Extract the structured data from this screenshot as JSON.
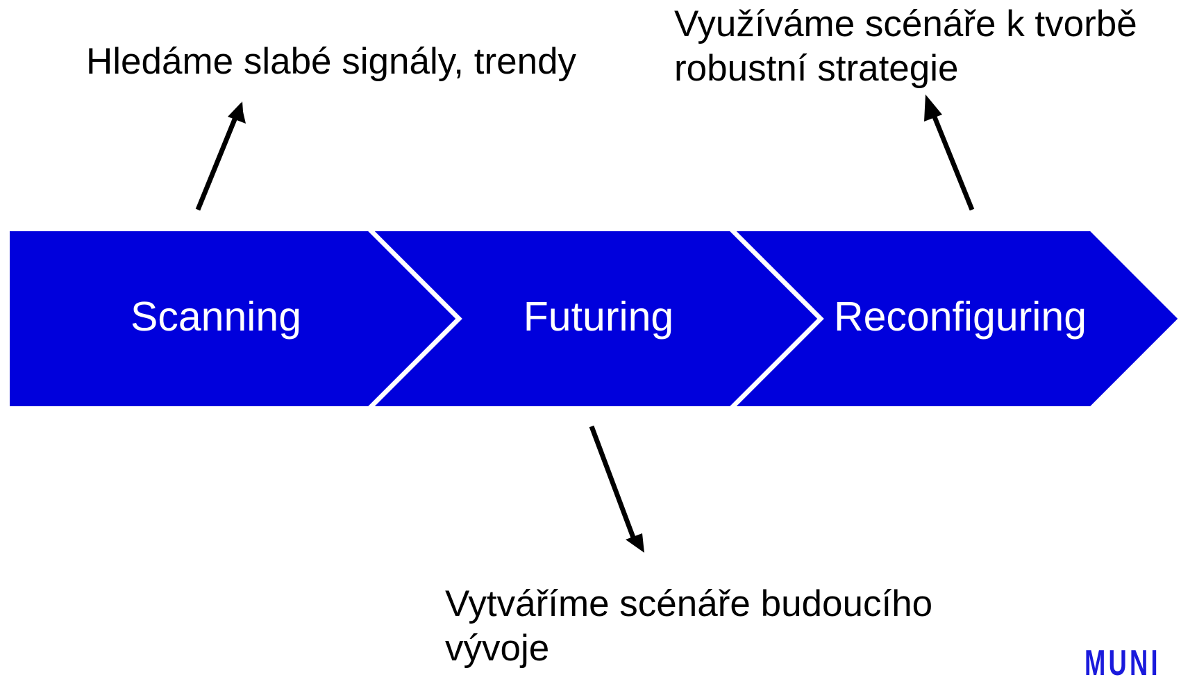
{
  "colors": {
    "chevron_fill": "#0000dc",
    "chevron_text": "#ffffff",
    "arrow": "#000000",
    "logo": "#1a1adc"
  },
  "stages": [
    {
      "label": "Scanning"
    },
    {
      "label": "Futuring"
    },
    {
      "label": "Reconfiguring"
    }
  ],
  "annotations": {
    "scanning": {
      "lines": [
        "Hledáme slabé signály, trendy"
      ],
      "arrow_direction": "up"
    },
    "futuring": {
      "lines": [
        "Vytváříme scénáře budoucího",
        "vývoje"
      ],
      "arrow_direction": "down"
    },
    "reconfiguring": {
      "lines": [
        "Využíváme scénáře k tvorbě",
        "robustní strategie"
      ],
      "arrow_direction": "up"
    }
  },
  "logo": {
    "text": "MUNI",
    "icon": "university-logo"
  }
}
